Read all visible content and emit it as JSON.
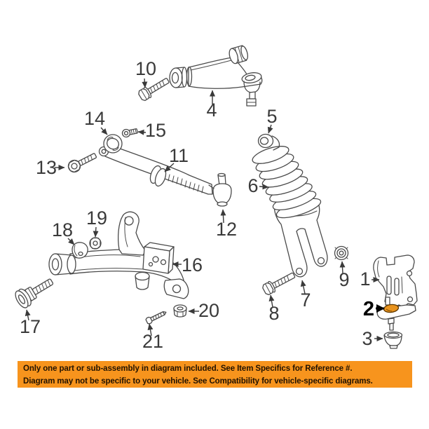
{
  "diagram": {
    "callouts": [
      {
        "ref": "1",
        "highlighted": false
      },
      {
        "ref": "2",
        "highlighted": true
      },
      {
        "ref": "3",
        "highlighted": false
      },
      {
        "ref": "4",
        "highlighted": false
      },
      {
        "ref": "5",
        "highlighted": false
      },
      {
        "ref": "6",
        "highlighted": false
      },
      {
        "ref": "7",
        "highlighted": false
      },
      {
        "ref": "8",
        "highlighted": false
      },
      {
        "ref": "9",
        "highlighted": false
      },
      {
        "ref": "10",
        "highlighted": false
      },
      {
        "ref": "11",
        "highlighted": false
      },
      {
        "ref": "12",
        "highlighted": false
      },
      {
        "ref": "13",
        "highlighted": false
      },
      {
        "ref": "14",
        "highlighted": false
      },
      {
        "ref": "15",
        "highlighted": false
      },
      {
        "ref": "16",
        "highlighted": false
      },
      {
        "ref": "17",
        "highlighted": false
      },
      {
        "ref": "18",
        "highlighted": false
      },
      {
        "ref": "19",
        "highlighted": false
      },
      {
        "ref": "20",
        "highlighted": false
      },
      {
        "ref": "21",
        "highlighted": false
      }
    ],
    "highlight_color": "#e8931e"
  },
  "banner": {
    "line1": "Only one part or sub-assembly in diagram included. See Item Specifics for Reference #.",
    "line2": "Diagram may not be specific to your vehicle. See Compatibility for vehicle-specific diagrams.",
    "background_color": "#f7941d",
    "text_color": "#231300"
  }
}
